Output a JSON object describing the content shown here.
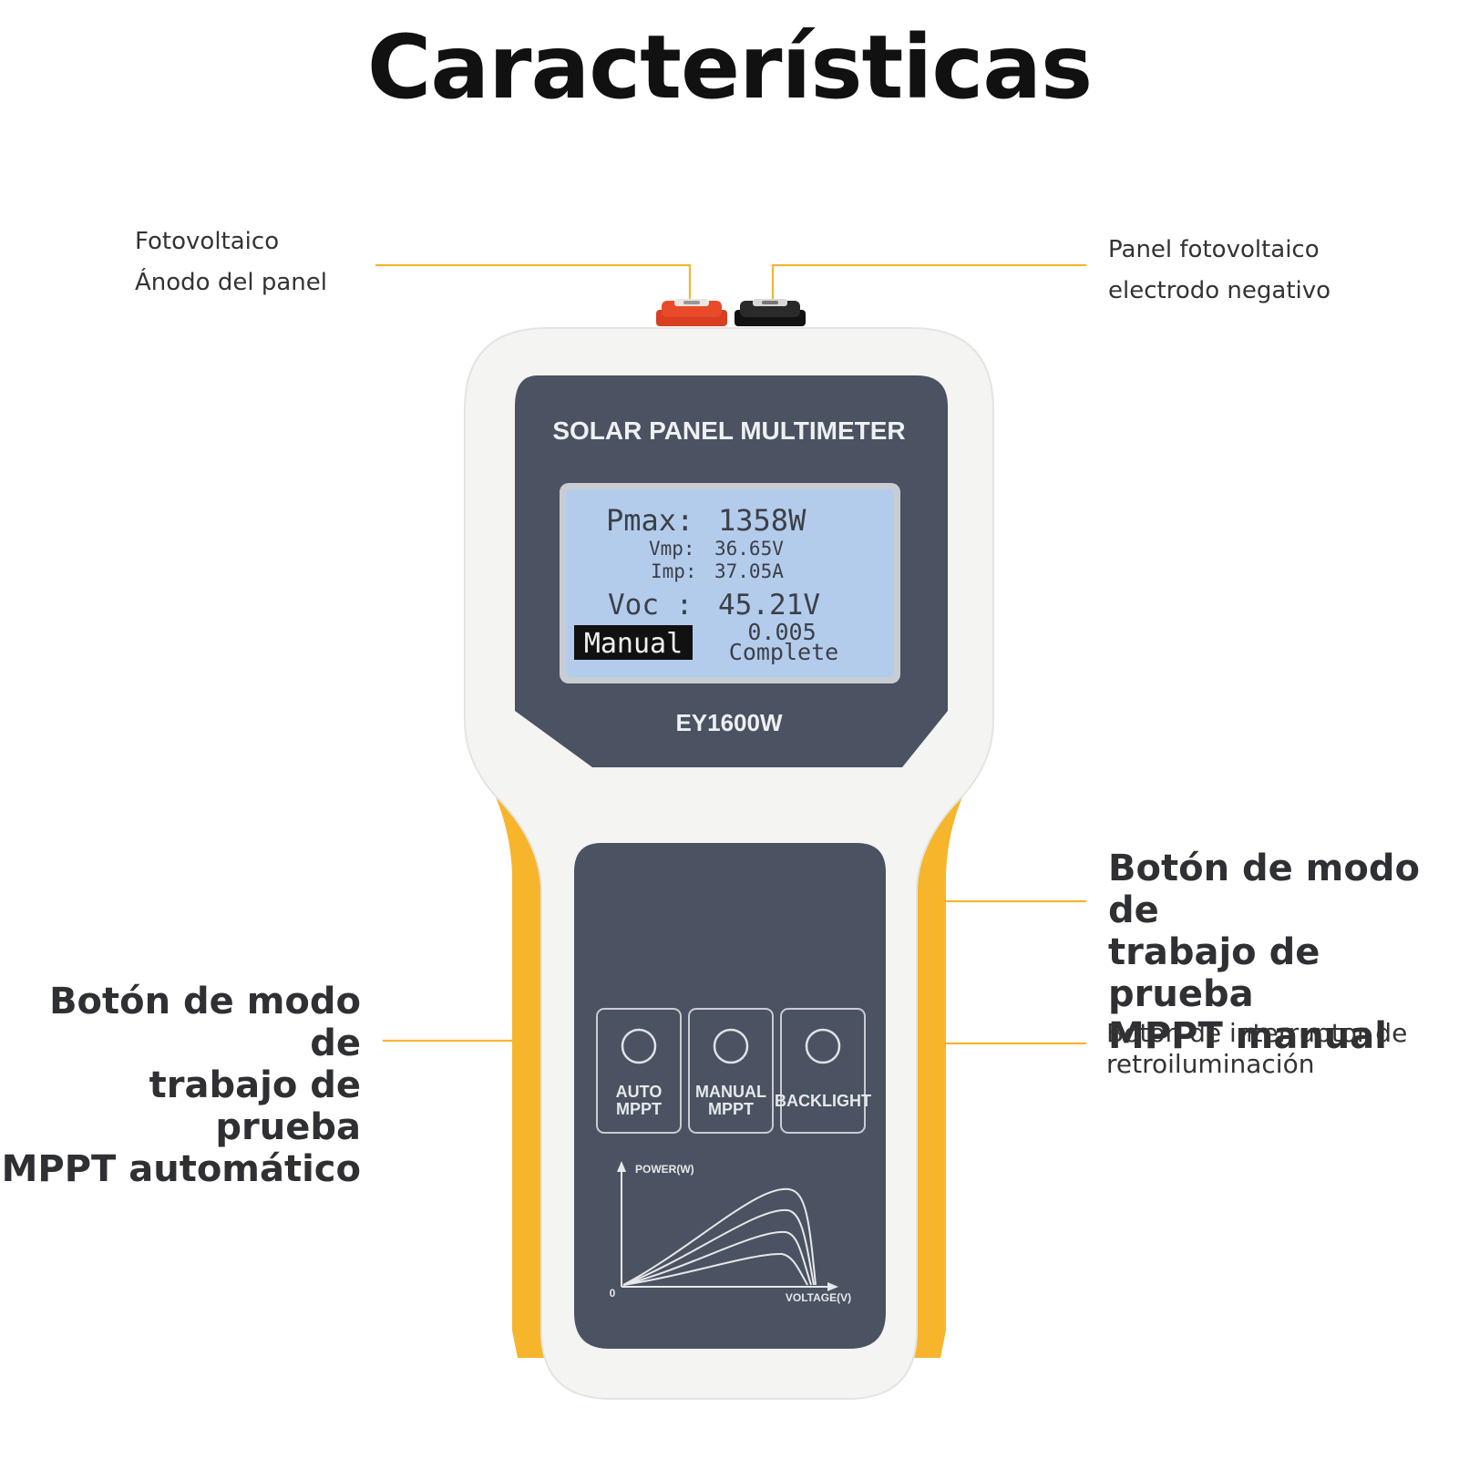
{
  "title": "Características",
  "callouts": {
    "anode_line1": "Fotovoltaico",
    "anode_line2": "Ánodo del panel",
    "negative_line1": "Panel fotovoltaico",
    "negative_line2": "electrodo negativo",
    "manual_line1": "Botón de modo de",
    "manual_line2": "trabajo de prueba",
    "manual_line3": "MPPT manual",
    "auto_line1": "Botón de modo de",
    "auto_line2": "trabajo de prueba",
    "auto_line3": "MPPT automático",
    "backlight_line1": "Botón de interruptor de",
    "backlight_line2": "retroiluminación"
  },
  "device": {
    "brand_label": "SOLAR PANEL MULTIMETER",
    "model": "EY1600W",
    "lcd": {
      "pmax_label": "Pmax:",
      "pmax_value": "1358W",
      "vmp_label": "Vmp:",
      "vmp_value": "36.65V",
      "imp_label": "Imp:",
      "imp_value": "37.05A",
      "voc_label": "Voc :",
      "voc_value": "45.21V",
      "mode": "Manual",
      "status_value": "0.005",
      "status_text": "Complete"
    },
    "buttons": {
      "auto_line1": "AUTO",
      "auto_line2": "MPPT",
      "manual_line1": "MANUAL",
      "manual_line2": "MPPT",
      "backlight": "BACKLIGHT"
    },
    "graph": {
      "y_axis_label": "POWER(W)",
      "x_axis_label": "VOLTAGE(V)",
      "origin_label": "0"
    }
  },
  "colors": {
    "accent_line": "#f2b631",
    "body_white": "#f4f4f2",
    "grip_yellow": "#f7b52c",
    "panel_gray": "#4b5261",
    "lcd_blue": "#b3ccec",
    "terminal_red": "#e84b2a",
    "terminal_black": "#1d1d1d"
  }
}
